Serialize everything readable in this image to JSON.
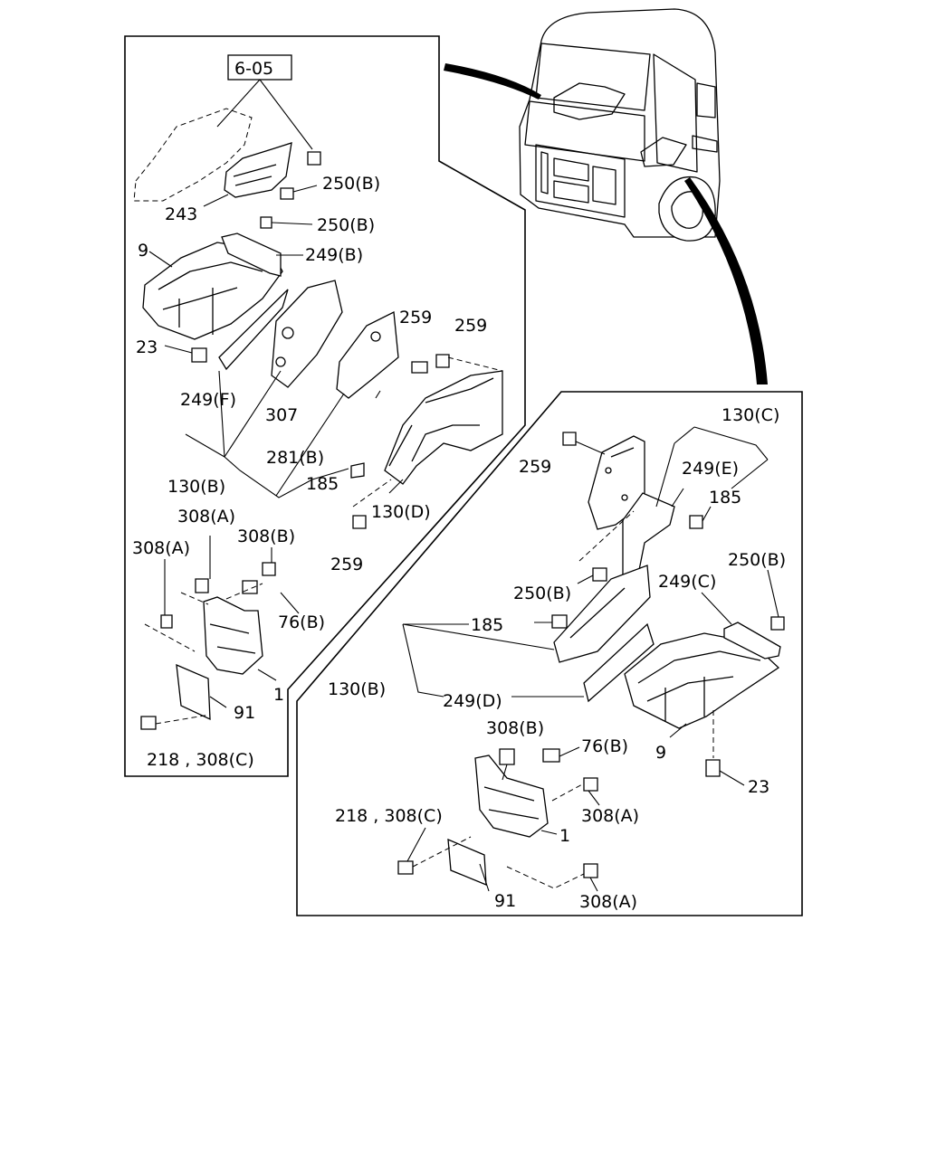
{
  "left_panel": {
    "ref_box": "6-05",
    "labels": {
      "243": "243",
      "250b_top": "250(B)",
      "250b_2": "250(B)",
      "9": "9",
      "249b": "249(B)",
      "259_a": "259",
      "259_b": "259",
      "23": "23",
      "249f": "249(F)",
      "307": "307",
      "281b": "281(B)",
      "130b": "130(B)",
      "185": "185",
      "130d": "130(D)",
      "259_c": "259",
      "308a_1": "308(A)",
      "308a_2": "308(A)",
      "308b": "308(B)",
      "76b": "76(B)",
      "1": "1",
      "91": "91",
      "218_308c": "218 , 308(C)"
    }
  },
  "right_panel": {
    "labels": {
      "130c": "130(C)",
      "259": "259",
      "249e": "249(E)",
      "185_a": "185",
      "250b_a": "250(B)",
      "249c": "249(C)",
      "250b_b": "250(B)",
      "185_b": "185",
      "130b": "130(B)",
      "249d": "249(D)",
      "9": "9",
      "23": "23",
      "308b": "308(B)",
      "76b": "76(B)",
      "218_308c": "218 , 308(C)",
      "308a_1": "308(A)",
      "1": "1",
      "91": "91",
      "308a_2": "308(A)"
    }
  }
}
